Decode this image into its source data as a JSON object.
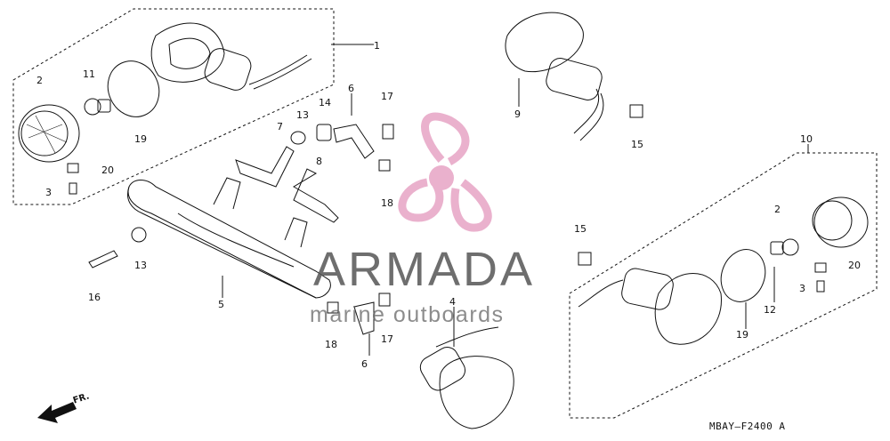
{
  "diagram_code": "MBAY—F2400 A",
  "front_marker": "FR.",
  "watermark": {
    "title": "ARMADA",
    "subtitle": "marine outboards"
  },
  "callouts": [
    {
      "id": "c1",
      "text": "1"
    },
    {
      "id": "c2a",
      "text": "2"
    },
    {
      "id": "c2b",
      "text": "2"
    },
    {
      "id": "c3a",
      "text": "3"
    },
    {
      "id": "c3b",
      "text": "3"
    },
    {
      "id": "c4",
      "text": "4"
    },
    {
      "id": "c5",
      "text": "5"
    },
    {
      "id": "c6a",
      "text": "6"
    },
    {
      "id": "c6b",
      "text": "6"
    },
    {
      "id": "c7",
      "text": "7"
    },
    {
      "id": "c8",
      "text": "8"
    },
    {
      "id": "c9",
      "text": "9"
    },
    {
      "id": "c10",
      "text": "10"
    },
    {
      "id": "c11",
      "text": "11"
    },
    {
      "id": "c12",
      "text": "12"
    },
    {
      "id": "c13a",
      "text": "13"
    },
    {
      "id": "c13b",
      "text": "13"
    },
    {
      "id": "c14",
      "text": "14"
    },
    {
      "id": "c15a",
      "text": "15"
    },
    {
      "id": "c15b",
      "text": "15"
    },
    {
      "id": "c16",
      "text": "16"
    },
    {
      "id": "c17a",
      "text": "17"
    },
    {
      "id": "c17b",
      "text": "17"
    },
    {
      "id": "c18a",
      "text": "18"
    },
    {
      "id": "c18b",
      "text": "18"
    },
    {
      "id": "c19a",
      "text": "19"
    },
    {
      "id": "c19b",
      "text": "19"
    },
    {
      "id": "c20a",
      "text": "20"
    },
    {
      "id": "c20b",
      "text": "20"
    }
  ],
  "colors": {
    "line": "#111111",
    "watermark_pink": "#e8a9c8",
    "watermark_text": "#555555"
  }
}
